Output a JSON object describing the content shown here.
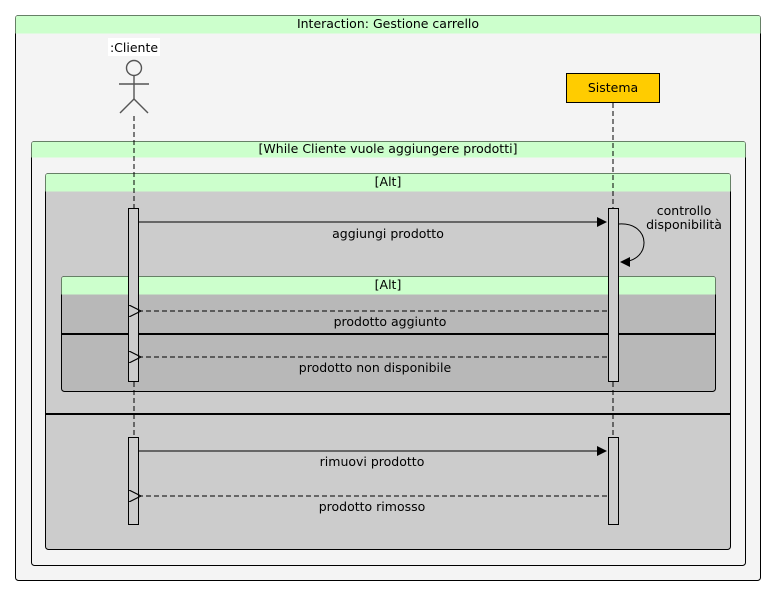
{
  "frame": {
    "title": "Interaction: Gestione carrello"
  },
  "lifelines": {
    "actor": {
      "label": ":Cliente"
    },
    "system": {
      "label": "Sistema"
    }
  },
  "fragments": {
    "loop": {
      "guard": "[While Cliente vuole aggiungere prodotti]"
    },
    "outer_alt": {
      "guard": "[Alt]"
    },
    "inner_alt": {
      "guard": "[Alt]"
    }
  },
  "messages": {
    "add_product": "aggiungi prodotto",
    "check_line1": "controllo",
    "check_line2": "disponibilità",
    "product_added": "prodotto aggiunto",
    "product_unavailable": "prodotto non disponibile",
    "remove_product": "rimuovi prodotto",
    "product_removed": "prodotto rimosso"
  },
  "colors": {
    "frame_header": "#ccffcc",
    "frame_body": "#f4f4f4",
    "alt_body": "#cccccc",
    "inner_alt_body": "#b8b8b8",
    "system_box": "#ffcc00",
    "activation": "#cccccc"
  }
}
